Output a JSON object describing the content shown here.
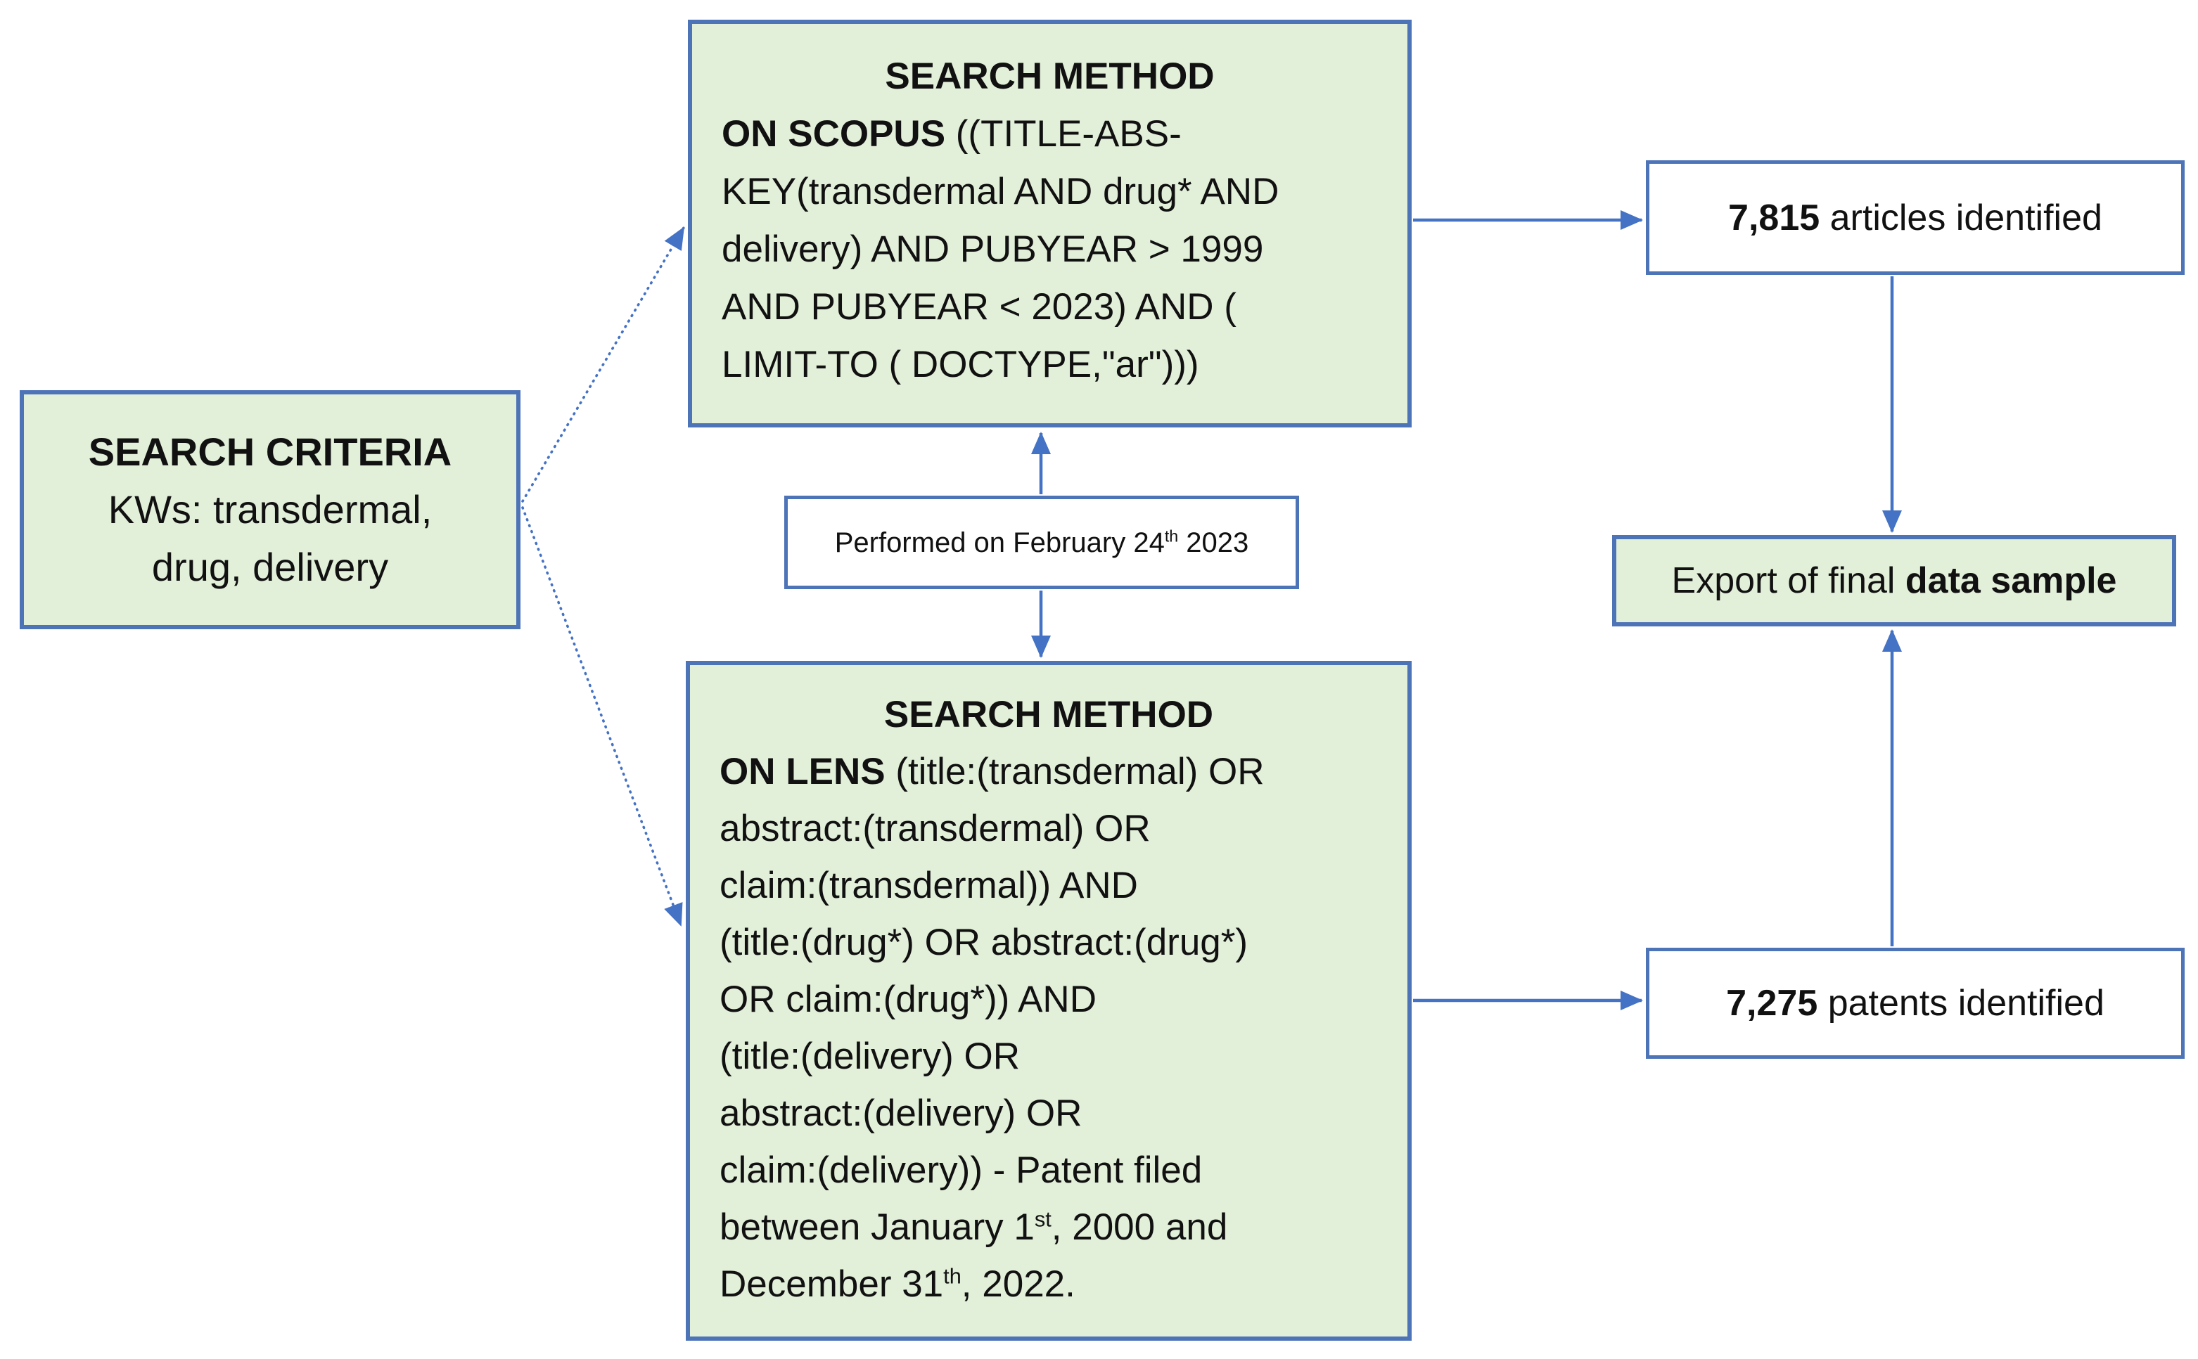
{
  "colors": {
    "green_fill": "#e2efd9",
    "white_fill": "#ffffff",
    "border_blue": "#4e74b8",
    "arrow_blue": "#4472c4",
    "text_color": "#111111"
  },
  "diagram": {
    "criteria": {
      "title": "SEARCH CRITERIA",
      "line1": "KWs: transdermal,",
      "line2": "drug, delivery"
    },
    "scopus": {
      "title": "SEARCH METHOD",
      "lead_bold": "ON SCOPUS",
      "lead_rest": " ((TITLE-ABS-",
      "lines": [
        "KEY(transdermal AND drug* AND",
        "delivery) AND PUBYEAR > 1999",
        "AND PUBYEAR < 2023) AND (",
        "LIMIT-TO ( DOCTYPE,\"ar\")))"
      ]
    },
    "performed": {
      "pre": "Performed on February 24",
      "sup": "th",
      "post": " 2023"
    },
    "lens": {
      "title": "SEARCH METHOD",
      "lead_bold": "ON LENS",
      "lead_rest": " (title:(transdermal) OR",
      "lines": [
        "abstract:(transdermal) OR",
        "claim:(transdermal)) AND",
        "(title:(drug*) OR abstract:(drug*)",
        "OR claim:(drug*)) AND",
        "(title:(delivery) OR",
        "abstract:(delivery) OR",
        "claim:(delivery)) - Patent filed"
      ],
      "date1": {
        "pre": "between January 1",
        "sup": "st",
        "post": ", 2000 and"
      },
      "date2": {
        "pre": "December 31",
        "sup": "th",
        "post": ", 2022."
      }
    },
    "articles": {
      "count": "7,815",
      "label": " articles identified"
    },
    "export": {
      "pre": "Export of final ",
      "bold": "data sample"
    },
    "patents": {
      "count": "7,275",
      "label": " patents identified"
    }
  }
}
